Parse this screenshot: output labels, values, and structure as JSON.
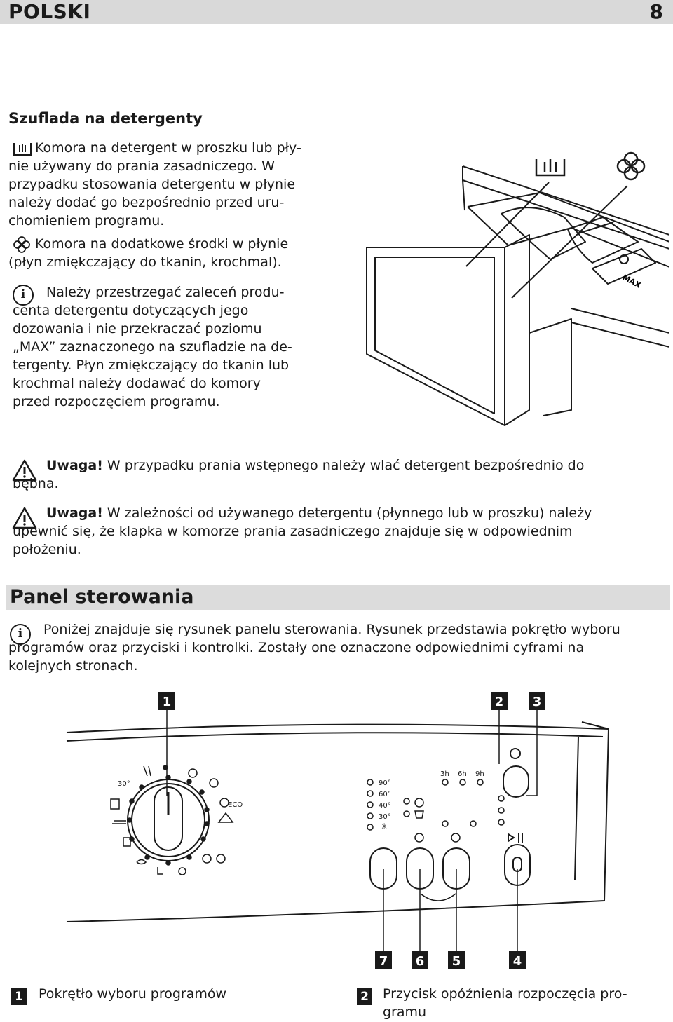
{
  "header": {
    "language": "POLSKI",
    "page_number": "8"
  },
  "drawer": {
    "title": "Szuflada na detergenty",
    "prewash_text": "Komora na detergent w proszku lub pły-\nnie używany do prania zasadniczego. W\nprzypadku stosowania detergentu w płynie\nnależy dodać go bezpośrednio przed uru-\nchomieniem programu.",
    "softener_text": "Komora na dodatkowe środki w płynie\n(płyn zmiękczający do tkanin, krochmal).",
    "info_text": "Należy przestrzegać zaleceń produ-\ncenta detergentu dotyczących jego\ndozowania i nie przekraczać poziomu\n„MAX” zaznaczonego na szufladzie na de-\ntergenty. Płyn zmiękczający do tkanin lub\nkrochmal należy dodawać do komory\nprzed rozpoczęciem programu.",
    "max_label": "MAX"
  },
  "warnings": [
    {
      "label": "Uwaga!",
      "text": " W przypadku prania wstępnego należy wlać detergent bezpośrednio do\nbębna."
    },
    {
      "label": "Uwaga!",
      "text": " W zależności od używanego detergentu (płynnego lub w proszku) należy\nupewnić się, że klapka w komorze prania zasadniczego znajduje się w odpowiednim\npołożeniu."
    }
  ],
  "panel": {
    "title": "Panel sterowania",
    "info_text": "Poniżej znajduje się rysunek panelu sterowania. Rysunek przedstawia pokrętło wyboru\nprogramów oraz przyciski i kontrolki. Zostały one oznaczone odpowiednimi cyframi na\nkolejnych stronach.",
    "callouts_top": [
      "1",
      "2",
      "3"
    ],
    "callouts_bottom": [
      "7",
      "6",
      "5",
      "4"
    ],
    "temps": [
      "90°",
      "60°",
      "40°",
      "30°"
    ],
    "delays": [
      "3h",
      "6h",
      "9h"
    ],
    "dial_labels": {
      "t30": "30°",
      "eco": "ECO"
    }
  },
  "legend": [
    {
      "num": "1",
      "text": "Pokrętło wyboru programów"
    },
    {
      "num": "2",
      "text": "Przycisk opóźnienia rozpoczęcia pro-\ngramu"
    }
  ]
}
